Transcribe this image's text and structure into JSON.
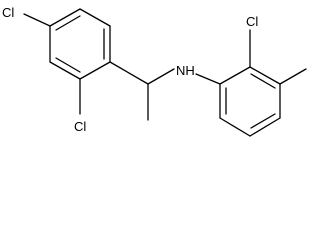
{
  "molecule": {
    "atoms": {
      "cl_top_left": "Cl",
      "cl_middle": "Cl",
      "cl_right": "Cl",
      "nh": "NH"
    }
  }
}
